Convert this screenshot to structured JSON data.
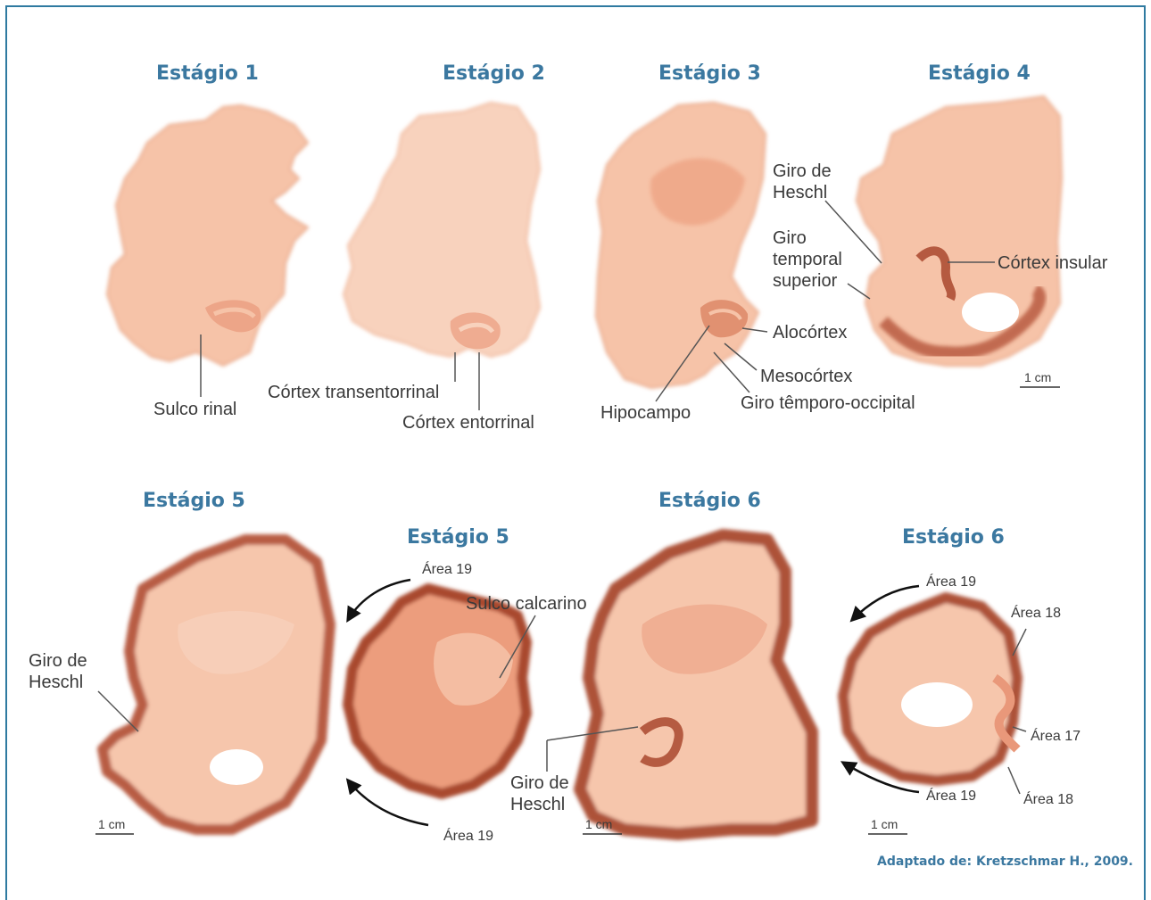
{
  "stages": {
    "s1": "Estágio 1",
    "s2": "Estágio 2",
    "s3": "Estágio 3",
    "s4": "Estágio 4",
    "s5a": "Estágio 5",
    "s5b": "Estágio 5",
    "s6a": "Estágio 6",
    "s6b": "Estágio 6"
  },
  "labels": {
    "sulco_rinal": "Sulco rinal",
    "cortex_transentorrinal": "Córtex transentorrinal",
    "cortex_entorrinal": "Córtex entorrinal",
    "hipocampo": "Hipocampo",
    "giro_temporo_occipital": "Giro têmporo-occipital",
    "mesocortex": "Mesocórtex",
    "alocortex": "Alocórtex",
    "giro_heschl_4": "Giro de\nHeschl",
    "giro_temporal_superior": "Giro\ntemporal\nsuperior",
    "cortex_insular": "Córtex insular",
    "giro_heschl_5": "Giro de\nHeschl",
    "sulco_calcarino": "Sulco calcarino",
    "area19_5_top": "Área 19",
    "area19_5_bottom": "Área 19",
    "giro_heschl_6": "Giro de\nHeschl",
    "area19_6_top": "Área 19",
    "area18_6_top": "Área 18",
    "area17_6": "Área 17",
    "area19_6_bottom": "Área 19",
    "area18_6_bottom": "Área 18"
  },
  "scale": {
    "s4": "1 cm",
    "s5": "1 cm",
    "s6a": "1 cm",
    "s6b": "1 cm"
  },
  "credit": "Adaptado de: Kretzschmar H., 2009.",
  "colors": {
    "frame": "#2f7aa0",
    "title": "#3b78a0",
    "tissue_light": "#f6c3a8",
    "tissue_pale": "#f8d2bd",
    "tissue_mid": "#e9987a",
    "tissue_dark": "#a9482e"
  }
}
